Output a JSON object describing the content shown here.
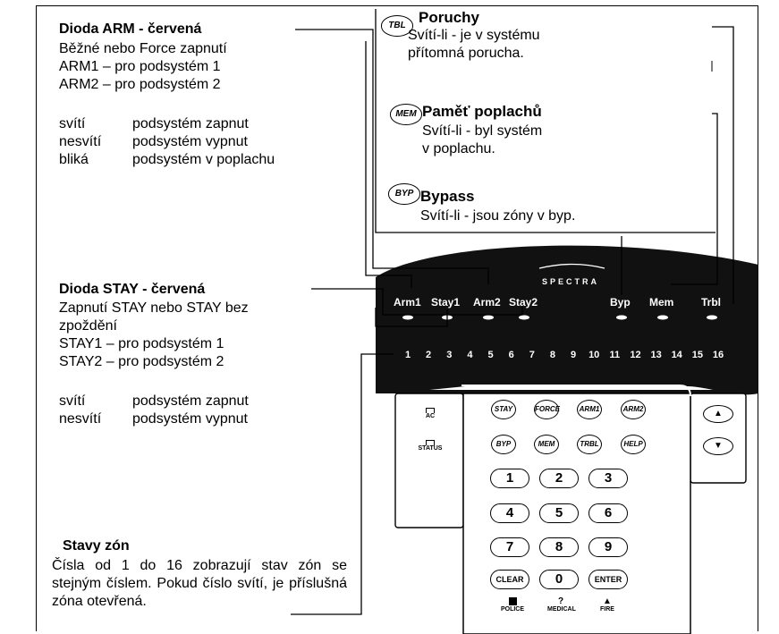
{
  "arm": {
    "title": "Dioda ARM - červená",
    "line1": "Běžné nebo Force zapnutí",
    "line2": "ARM1 – pro podsystém 1",
    "line3": "ARM2 – pro podsystém 2",
    "states": [
      {
        "state": "svítí",
        "desc": "podsystém zapnut"
      },
      {
        "state": "nesvítí",
        "desc": "podsystém vypnut"
      },
      {
        "state": "bliká",
        "desc": "podsystém v poplachu"
      }
    ]
  },
  "trouble": {
    "icon": "TBL",
    "title": "Poruchy",
    "line1": "Svítí-li -  je v systému",
    "line2": "přítomná porucha."
  },
  "memory": {
    "icon": "MEM",
    "title": "Paměť poplachů",
    "line1": " Svítí-li - byl  systém",
    "line2": "v poplachu."
  },
  "bypass": {
    "icon": "BYP",
    "title": "Bypass",
    "line1": "Svítí-li -  jsou zóny v byp."
  },
  "stay": {
    "title": "Dioda STAY - červená",
    "line1": "Zapnutí STAY nebo STAY bez",
    "line2": "zpoždění",
    "line3": "STAY1 – pro podsystém 1",
    "line4": "STAY2 – pro podsystém 2",
    "states": [
      {
        "state": "svítí",
        "desc": "podsystém zapnut"
      },
      {
        "state": "nesvítí",
        "desc": "podsystém vypnut"
      }
    ]
  },
  "zones": {
    "title": "Stavy zón",
    "text": "Čísla od 1 do 16 zobrazují stav zón se stejným číslem. Pokud číslo svítí, je příslušná zóna otevřená."
  },
  "keypad": {
    "brand": "SPECTRA",
    "led_labels": [
      "Arm1",
      "Stay1",
      "Arm2",
      "Stay2",
      "Byp",
      "Mem",
      "Trbl"
    ],
    "zone_numbers": [
      "1",
      "2",
      "3",
      "4",
      "5",
      "6",
      "7",
      "8",
      "9",
      "10",
      "11",
      "12",
      "13",
      "14",
      "15",
      "16"
    ],
    "ac_label": "AC",
    "status_label": "STATUS",
    "function_keys": [
      "STAY",
      "FORCE",
      "ARM1",
      "ARM2",
      "BYP",
      "MEM",
      "TRBL",
      "HELP"
    ],
    "number_keys": [
      "1",
      "2",
      "3",
      "4",
      "5",
      "6",
      "7",
      "8",
      "9",
      "CLEAR",
      "0",
      "ENTER"
    ],
    "special_keys": [
      "POLICE",
      "MEDICAL",
      "FIRE"
    ],
    "arrow_up": "▲",
    "arrow_down": "▼"
  }
}
